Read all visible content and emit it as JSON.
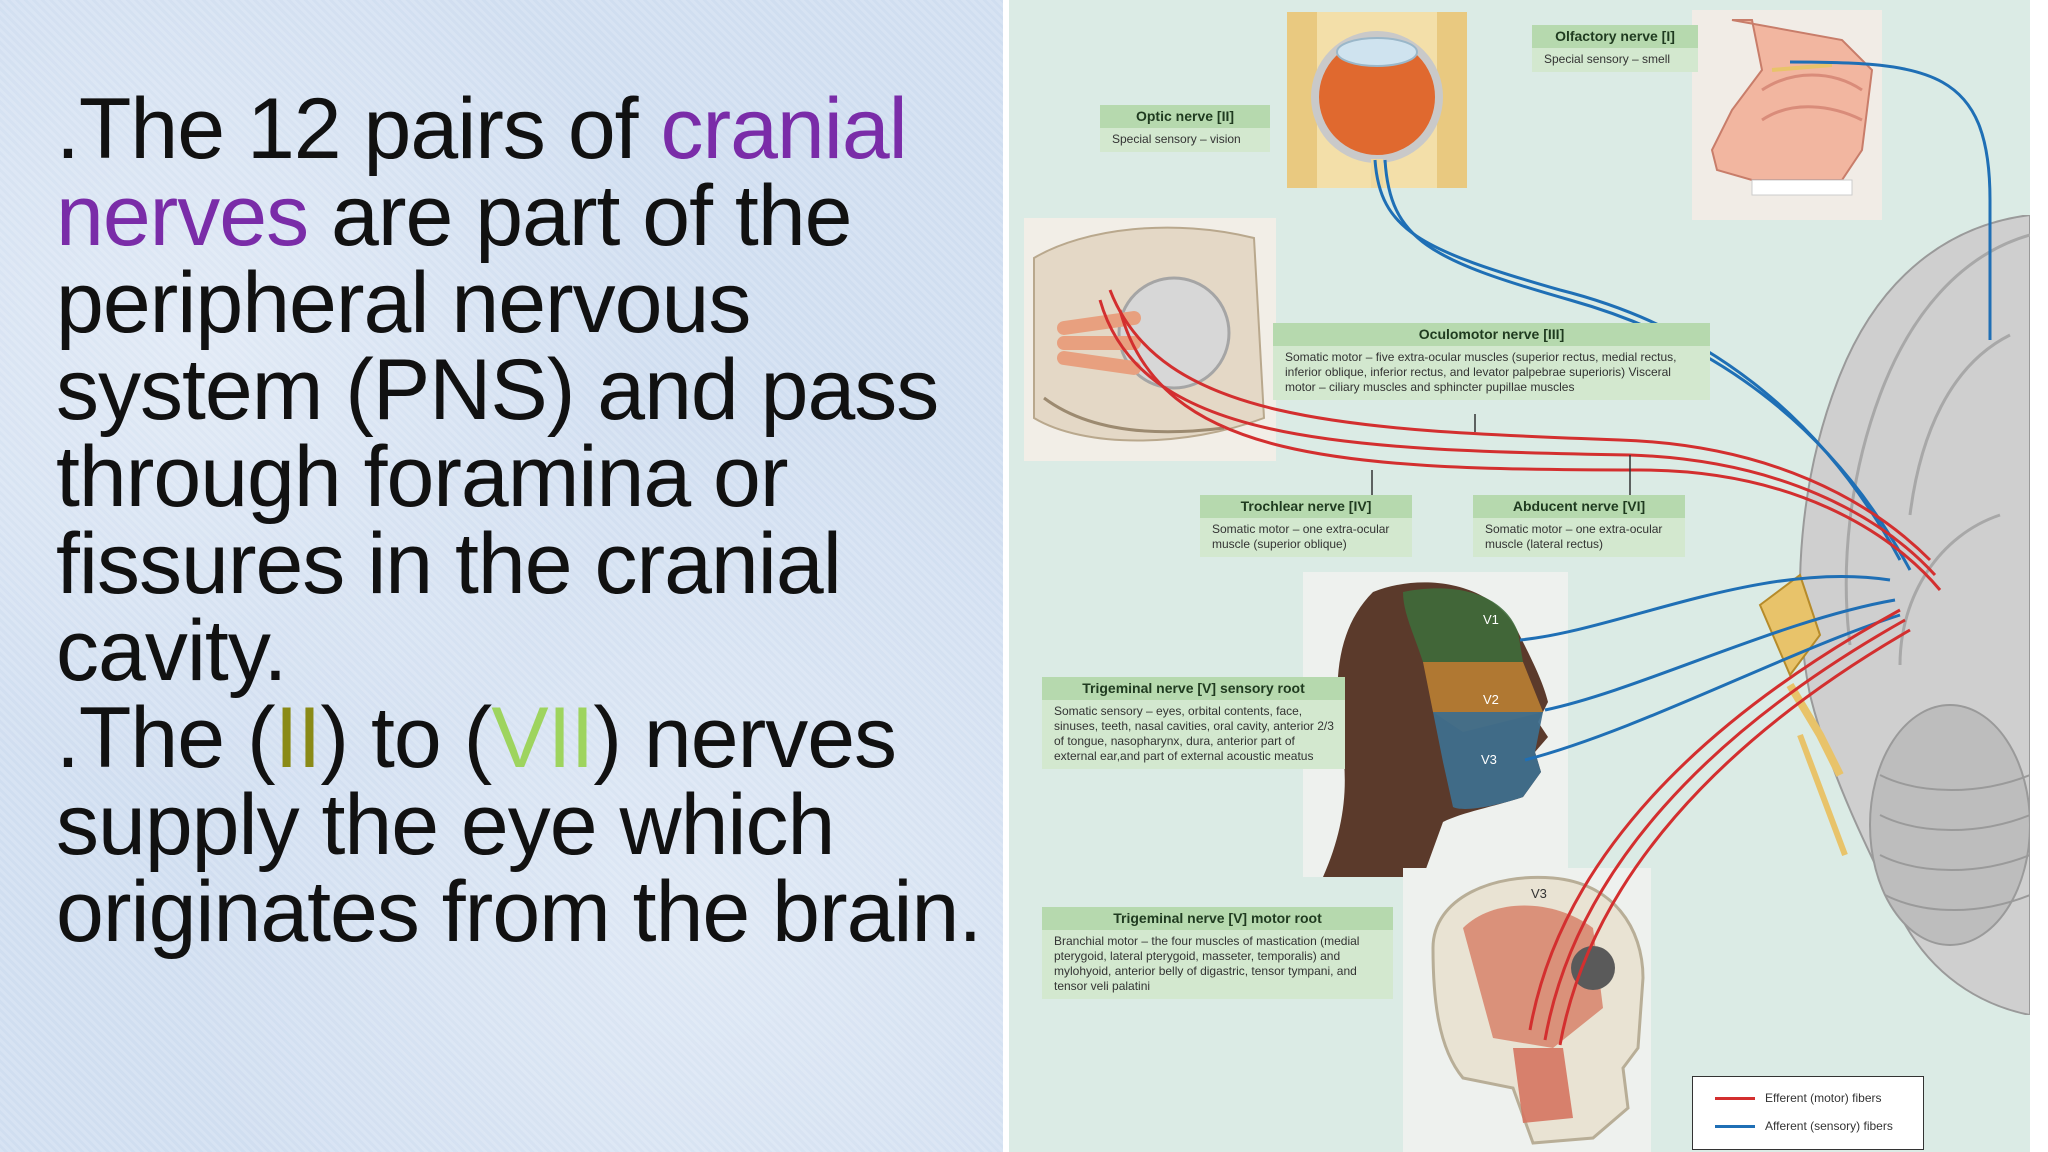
{
  "slide": {
    "p1": {
      "pre": ".The 12 pairs of ",
      "highlight": "cranial nerves",
      "post": " are part of the peripheral nervous system (PNS) and pass through foramina or fissures in the cranial cavity."
    },
    "p2": {
      "a": ".The (",
      "n1": "II",
      "b": ") to (",
      "n2": "VII",
      "c": ") nerves supply the eye which originates from the brain."
    }
  },
  "figure": {
    "olfactory": {
      "title": "Olfactory nerve [I]",
      "desc": "Special sensory – smell"
    },
    "optic": {
      "title": "Optic nerve [II]",
      "desc": "Special sensory – vision"
    },
    "oculomotor": {
      "title": "Oculomotor nerve [III]",
      "desc": "Somatic motor – five extra-ocular muscles (superior rectus, medial rectus, inferior oblique, inferior rectus, and levator palpebrae superioris) Visceral motor – ciliary muscles and sphincter pupillae muscles"
    },
    "trochlear": {
      "title": "Trochlear nerve [IV]",
      "desc": "Somatic motor – one extra-ocular muscle (superior oblique)"
    },
    "abducent": {
      "title": "Abducent nerve [VI]",
      "desc": "Somatic motor – one extra-ocular muscle (lateral rectus)"
    },
    "trigeminal_sensory": {
      "title": "Trigeminal nerve [V] sensory root",
      "desc": "Somatic sensory – eyes, orbital contents, face, sinuses, teeth, nasal cavities, oral cavity, anterior 2/3 of tongue, nasopharynx, dura, anterior part of external ear,and part of external acoustic meatus"
    },
    "trigeminal_motor": {
      "title": "Trigeminal nerve [V] motor root",
      "desc": "Branchial motor – the four muscles of mastication (medial pterygoid, lateral pterygoid, masseter, temporalis) and mylohyoid, anterior belly of digastric, tensor tympani, and tensor veli palatini"
    },
    "face_labels": {
      "v1": "V1",
      "v2": "V2",
      "v3": "V3",
      "v3_skull": "V3"
    },
    "legend": {
      "efferent": "Efferent (motor) fibers",
      "afferent": "Afferent (sensory) fibers",
      "efferent_color": "#d32f2f",
      "afferent_color": "#1f6fb5"
    }
  }
}
